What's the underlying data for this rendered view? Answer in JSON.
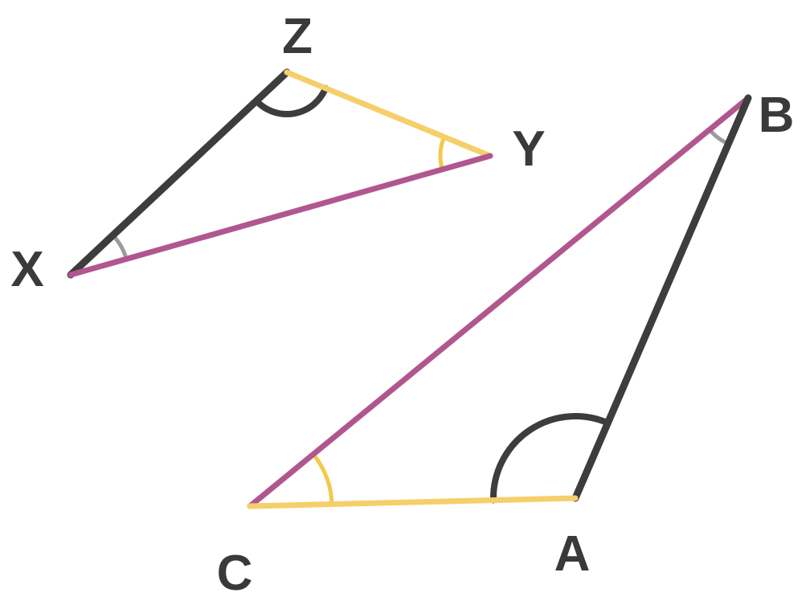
{
  "colors": {
    "background": "#ffffff",
    "dark_side": "#3d3d3d",
    "magenta_side": "#b1568f",
    "yellow_side": "#f5cf69",
    "large_angle_arc": "#3d3d3d",
    "yellow_angle_arc": "#f2c94c",
    "gray_angle_arc": "#9c9c9c",
    "label": "#3a3a3a"
  },
  "triangle_xyz": {
    "vertex_labels": {
      "x": "X",
      "y": "Y",
      "z": "Z"
    },
    "sides": [
      {
        "from": "x",
        "to": "z",
        "color": "dark_side"
      },
      {
        "from": "z",
        "to": "y",
        "color": "yellow_side"
      },
      {
        "from": "y",
        "to": "x",
        "color": "magenta_side"
      }
    ],
    "angle_marks": [
      {
        "vertex": "z",
        "style": "large_angle_arc"
      },
      {
        "vertex": "y",
        "style": "yellow_angle_arc"
      },
      {
        "vertex": "x",
        "style": "gray_angle_arc"
      }
    ]
  },
  "triangle_abc": {
    "vertex_labels": {
      "a": "A",
      "b": "B",
      "c": "C"
    },
    "sides": [
      {
        "from": "c",
        "to": "b",
        "color": "magenta_side"
      },
      {
        "from": "b",
        "to": "a",
        "color": "dark_side"
      },
      {
        "from": "c",
        "to": "a",
        "color": "yellow_side"
      }
    ],
    "angle_marks": [
      {
        "vertex": "a",
        "style": "large_angle_arc"
      },
      {
        "vertex": "c",
        "style": "yellow_angle_arc"
      },
      {
        "vertex": "b",
        "style": "gray_angle_arc"
      }
    ]
  }
}
